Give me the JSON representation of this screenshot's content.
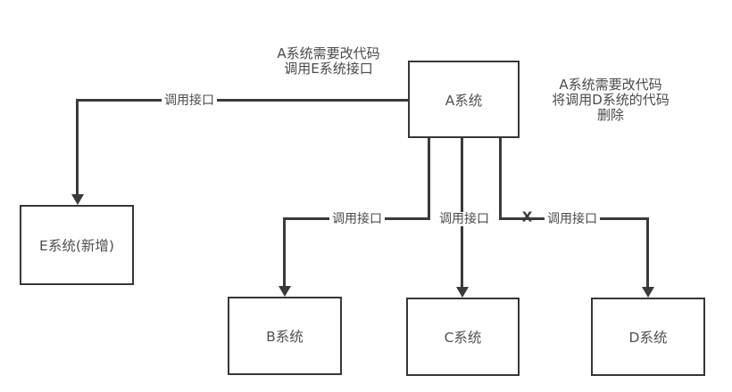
{
  "diagram": {
    "nodes": [
      {
        "id": "A",
        "label": "A系统"
      },
      {
        "id": "B",
        "label": "B系统"
      },
      {
        "id": "C",
        "label": "C系统"
      },
      {
        "id": "D",
        "label": "D系统"
      },
      {
        "id": "E",
        "label": "E系统(新增)"
      }
    ],
    "edges": [
      {
        "from": "A",
        "to": "E",
        "label": "调用接口"
      },
      {
        "from": "A",
        "to": "B",
        "label": "调用接口"
      },
      {
        "from": "A",
        "to": "C",
        "label": "调用接口"
      },
      {
        "from": "A",
        "to": "D",
        "label": "调用接口",
        "mark": "X"
      }
    ],
    "annotations": [
      {
        "text": "A系统需要改代码\n调用E系统接口"
      },
      {
        "text": "A系统需要改代码\n将调用D系统的代码删除"
      }
    ],
    "colors": {
      "line": "#3a3a3a",
      "node_border": "#373737",
      "node_text": "#4f4f4f",
      "label_text": "#4a4a4a",
      "background": "#ffffff"
    }
  }
}
